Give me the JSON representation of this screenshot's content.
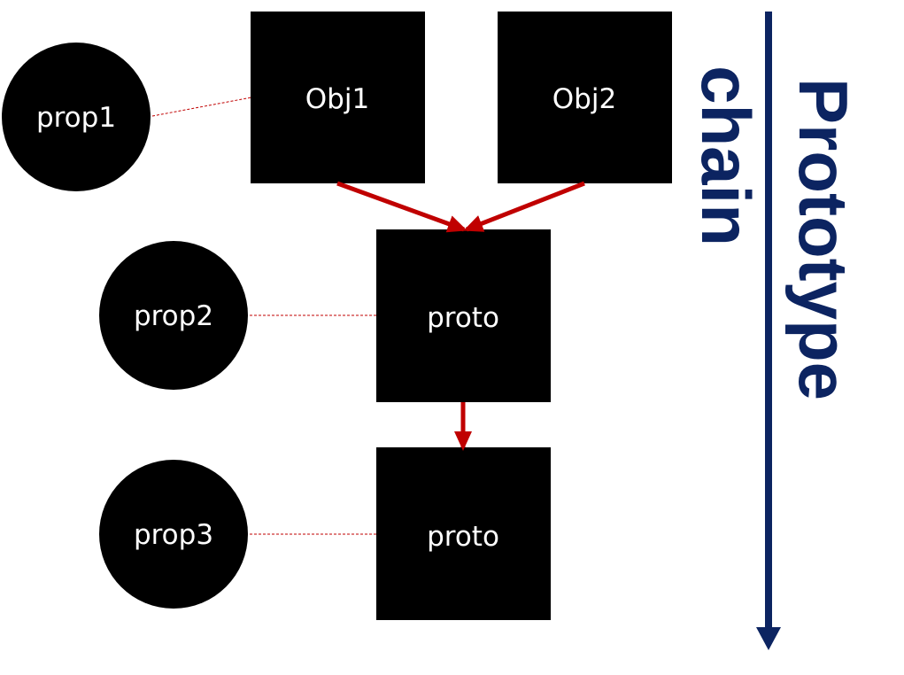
{
  "title": {
    "line1": "Prototype",
    "line2": "chain"
  },
  "nodes": {
    "obj1": "Obj1",
    "obj2": "Obj2",
    "proto1": "proto",
    "proto2": "proto",
    "prop1": "prop1",
    "prop2": "prop2",
    "prop3": "prop3"
  },
  "colors": {
    "node_fill": "#000000",
    "node_text": "#ffffff",
    "arrow": "#c00000",
    "connector": "#c00000",
    "chain_axis": "#0c2461"
  }
}
